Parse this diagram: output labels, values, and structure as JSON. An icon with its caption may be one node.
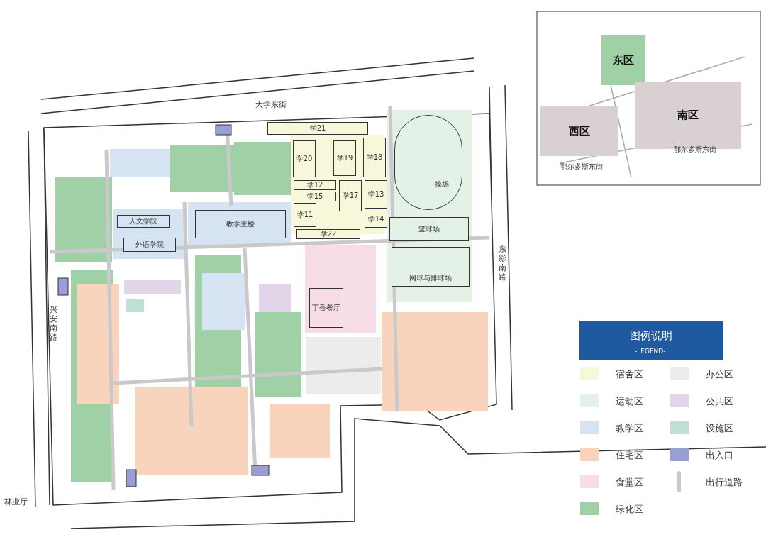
{
  "diagram": {
    "nodes": [
      {
        "text": [
          "学21"
        ]
      },
      {
        "text": [
          "学20"
        ]
      },
      {
        "text": [
          "学19"
        ]
      },
      {
        "text": [
          "学18"
        ]
      },
      {
        "text": [
          "学12"
        ]
      },
      {
        "text": [
          "学15"
        ]
      },
      {
        "text": [
          "学17"
        ]
      },
      {
        "text": [
          "学11"
        ]
      },
      {
        "text": [
          "学22"
        ]
      },
      {
        "text": [
          "学13"
        ]
      },
      {
        "text": [
          "学14"
        ]
      },
      {
        "text": [
          "操场"
        ]
      },
      {
        "text": [
          "篮球场"
        ]
      },
      {
        "text": [
          "网球与排球场"
        ]
      },
      {
        "text": [
          "教学主楼"
        ]
      },
      {
        "text": [
          "人文学院"
        ]
      },
      {
        "text": [
          "外语学院"
        ]
      },
      {
        "text": [
          "丁香餐厅"
        ]
      },
      {
        "text": [
          "东区"
        ]
      },
      {
        "text": [
          "西区"
        ]
      },
      {
        "text": [
          "南区"
        ]
      }
    ],
    "labels": [
      "大学东街",
      "兴安南路",
      "东影南路",
      "林业厅",
      "鄂尔多斯东街",
      "鄂尔多斯东街",
      "图例说明",
      "-LEGEND-"
    ],
    "legend": [
      {
        "text": "宿舍区",
        "color": "#f7f7d9"
      },
      {
        "text": "办公区",
        "color": "#ececef"
      },
      {
        "text": "运动区",
        "color": "#e3f1e6"
      },
      {
        "text": "公共区",
        "color": "#e2d5ea"
      },
      {
        "text": "教学区",
        "color": "#d5e3f3"
      },
      {
        "text": "设施区",
        "color": "#bfe0d6"
      },
      {
        "text": "住宅区",
        "color": "#f9d4bd"
      },
      {
        "text": "出入口",
        "color": "#9a9fd3"
      },
      {
        "text": "食堂区",
        "color": "#f7dde7"
      },
      {
        "text": "出行道路"
      },
      {
        "text": "绿化区",
        "color": "#9fd0a6"
      }
    ]
  }
}
